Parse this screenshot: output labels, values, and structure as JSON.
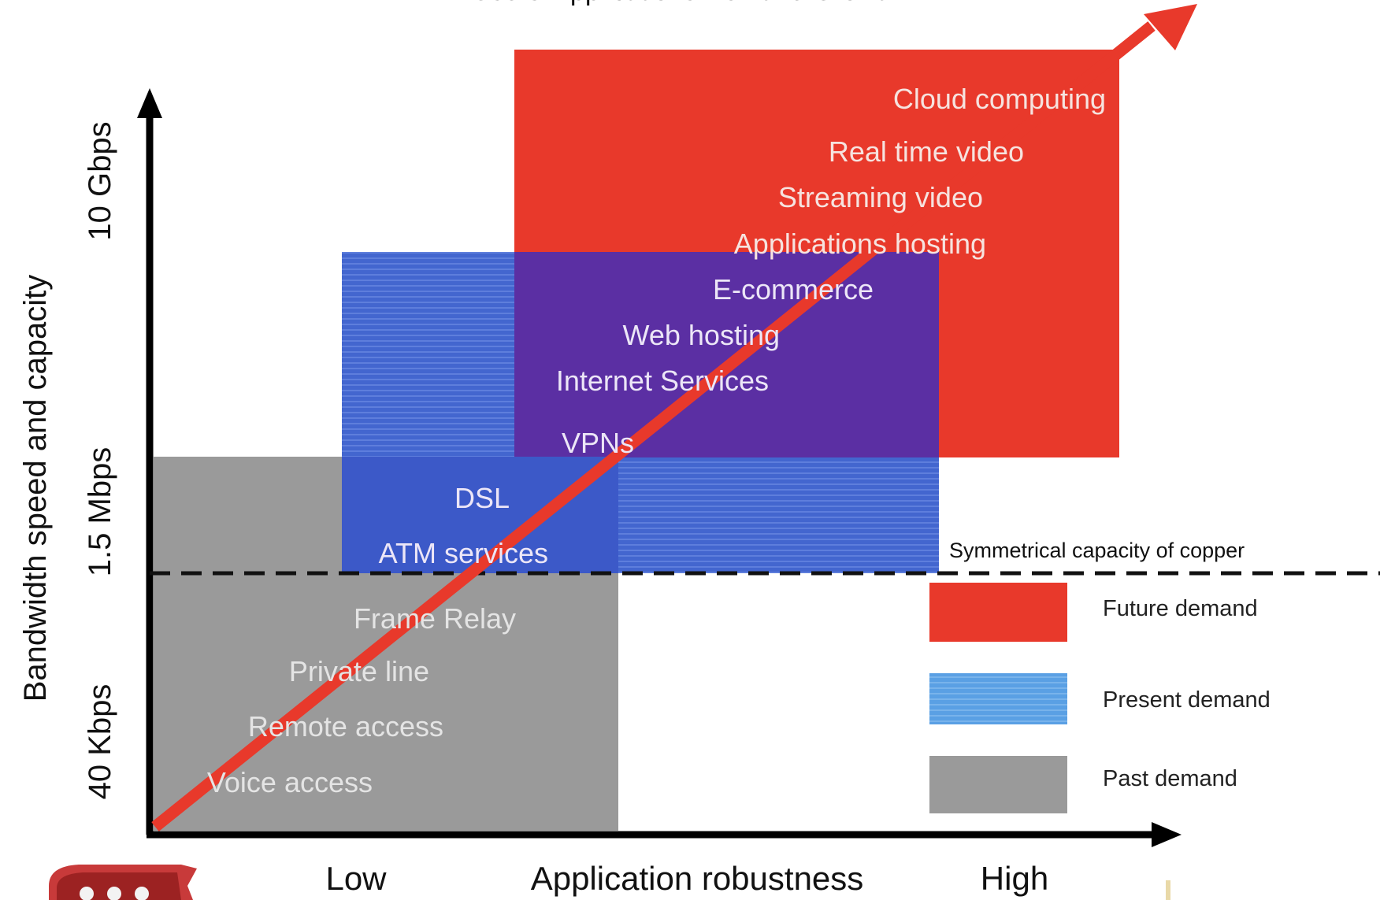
{
  "title": "Users' Applications Demand Growth",
  "axes": {
    "y_label": "Bandwidth speed and capacity",
    "y_ticks": [
      "40 Kbps",
      "1.5 Mbps",
      "10 Gbps"
    ],
    "x_label": "Application robustness",
    "x_low": "Low",
    "x_high": "High"
  },
  "regions": {
    "future": {
      "color": "#e8392b",
      "items": [
        "Cloud computing",
        "Real time video",
        "Streaming video",
        "Applications hosting"
      ]
    },
    "present": {
      "color": "#3c59c8",
      "overlap_color": "#5b2fa3",
      "items": [
        "E-commerce",
        "Web hosting",
        "Internet Services",
        "VPNs",
        "DSL",
        "ATM services"
      ]
    },
    "past": {
      "color": "#999999",
      "items": [
        "Frame Relay",
        "Private line",
        "Remote access",
        "Voice access"
      ]
    }
  },
  "threshold_label": "Symmetrical capacity of copper",
  "legend": [
    {
      "label": "Future demand",
      "color": "#e8392b"
    },
    {
      "label": "Present demand",
      "color": "#5a9be0"
    },
    {
      "label": "Past demand",
      "color": "#9a9a9a"
    }
  ],
  "trend_arrow_color": "#e8392b"
}
